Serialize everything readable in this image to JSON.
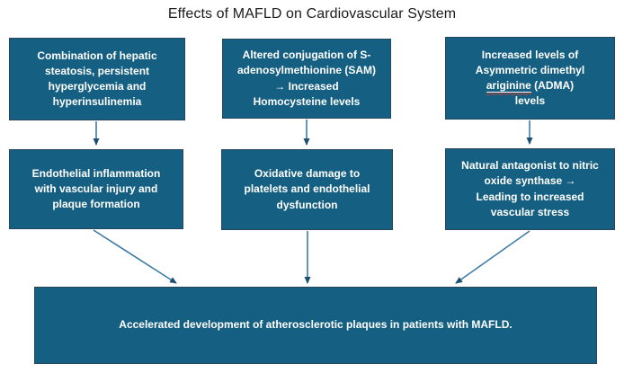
{
  "title": "Effects of MAFLD on Cardiovascular System",
  "colors": {
    "box_fill": "#156082",
    "box_border": "#25465c",
    "box_text": "#ffffff",
    "arrow_line": "#3d7ba6",
    "arrowhead": "#1c4f70",
    "spellcheck_underline": "#c0392b",
    "title_text": "#1b1b1b",
    "background": "#ffffff"
  },
  "boxes": {
    "hepatic": {
      "text": "Combination of hepatic\nsteatosis, persistent\nhyperglycemia and\nhyperinsulinemia"
    },
    "sam": {
      "text": "Altered conjugation of S-\nadenosylmethionine (SAM)\n→ Increased\nHomocysteine levels"
    },
    "adma": {
      "text_before": "Increased levels of\nAsymmetric dimethyl\n",
      "misspelled_word": "ariginine",
      "text_after": " (ADMA)\nlevels"
    },
    "endothelial": {
      "text": "Endothelial inflammation\nwith vascular injury and\nplaque formation"
    },
    "oxidative": {
      "text": "Oxidative damage to\nplatelets and endothelial\ndysfunction"
    },
    "nitric": {
      "text": "Natural antagonist to nitric\noxide synthase →\nLeading to increased\nvascular stress"
    },
    "outcome": {
      "text": "Accelerated development of atherosclerotic plaques in patients with MAFLD."
    }
  },
  "connections": [
    {
      "from": "hepatic",
      "to": "endothelial"
    },
    {
      "from": "sam",
      "to": "oxidative"
    },
    {
      "from": "adma",
      "to": "nitric"
    },
    {
      "from": "endothelial",
      "to": "outcome"
    },
    {
      "from": "oxidative",
      "to": "outcome"
    },
    {
      "from": "nitric",
      "to": "outcome"
    }
  ]
}
